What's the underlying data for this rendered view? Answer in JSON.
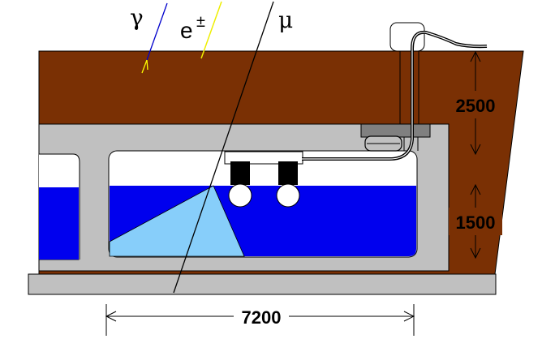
{
  "labels": {
    "gamma": "γ",
    "electron": "e",
    "electron_sup": "±",
    "muon": "μ"
  },
  "dimensions": {
    "soil_depth": "2500",
    "water_depth": "1500",
    "tank_length": "7200"
  },
  "colors": {
    "soil": "#7a3004",
    "concrete": "#c0c0c0",
    "water": "#0000ee",
    "cherenkov_cone": "#87cefa",
    "gamma_track": "#0000cc",
    "electron_track": "#eeee00",
    "muon_track": "#000000"
  }
}
